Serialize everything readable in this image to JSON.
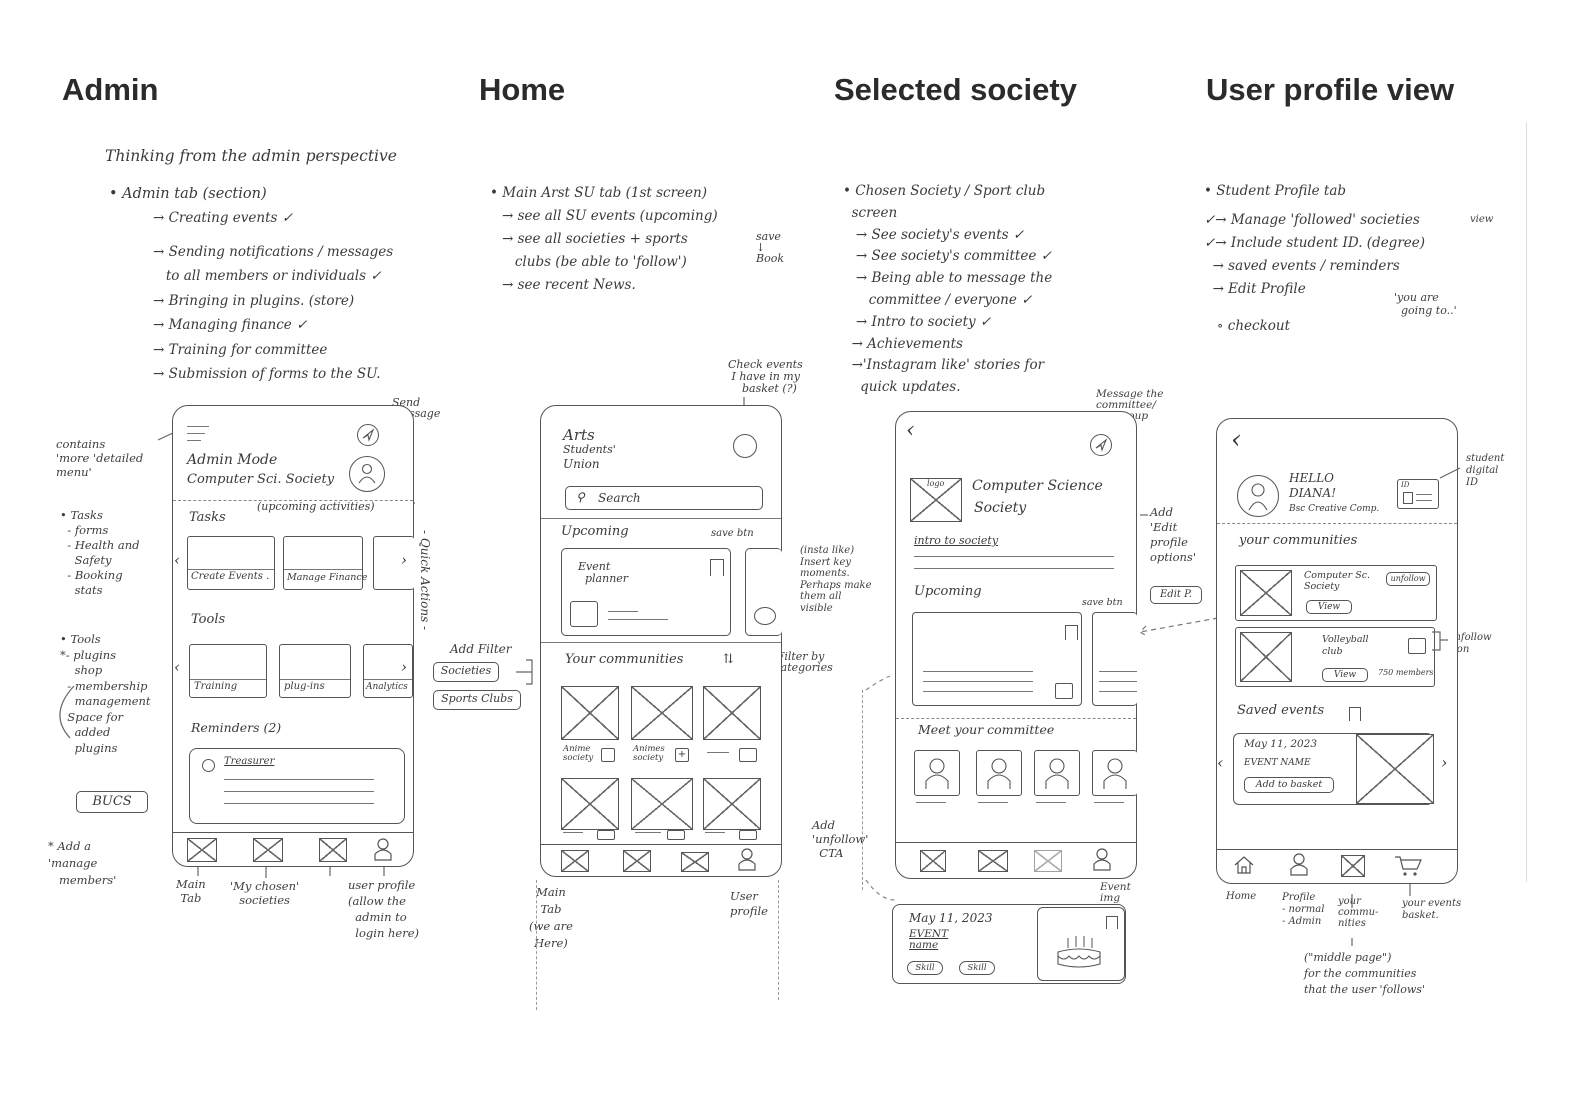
{
  "headings": {
    "admin": "Admin",
    "home": "Home",
    "selected": "Selected society",
    "profile": "User profile view"
  },
  "admin": {
    "intro": "Thinking from the admin perspective",
    "tab": "• Admin tab (section)",
    "items": [
      "→ Creating events ✓",
      "→ Sending notifications / messages",
      "   to all members or individuals ✓",
      "→ Bringing in plugins. (store)",
      "→ Managing finance ✓",
      "→ Training for committee",
      "→ Submission of forms to the SU."
    ],
    "side_notes": {
      "contains": "contains\n'more 'detailed\nmenu'",
      "tasks_list": "• Tasks\n  - forms\n  - Health and\n    Safety\n  - Booking\n    stats",
      "tools_list": "• Tools\n*- plugins\n    shop\n  - membership\n    management\n  Space for\n    added\n    plugins",
      "bucs": "BUCS",
      "manage": "* Add a\n'manage\n   members'",
      "send_message": "Send\nmessage",
      "quick_actions": "- Quick Actions -",
      "upcoming_activities": "(upcoming activities)",
      "main_tab": "Main\nTab",
      "my_societies": "'My chosen'\nsocieties",
      "user_profile": "user profile\n(allow the\n  admin to\n  login here)"
    },
    "phone": {
      "mode": "Admin Mode",
      "society": "Computer Sci. Society",
      "tasks_label": "Tasks",
      "task_cards": [
        "Create Events .",
        "Manage Finance"
      ],
      "tools_label": "Tools",
      "tool_cards": [
        "Training",
        "plug-ins",
        "Analytics"
      ],
      "reminders": "Reminders (2)",
      "reminder_item": "Treasurer"
    }
  },
  "home": {
    "items": [
      "• Main Arst SU tab (1st screen)",
      "→ see all SU events (upcoming)",
      "→ see all societies + sports",
      "   clubs (be able to 'follow')",
      "→ see recent News."
    ],
    "save_note": "save\n↓\nBook",
    "check_events": "Check events\n I have in my\n    basket (?)",
    "phone": {
      "title_arts": "Arts",
      "title_students": "Students'",
      "title_union": "Union",
      "search": "Search",
      "upcoming": "Upcoming",
      "save_btn": "save btn",
      "event_planner": "Event\n  planner",
      "communities": "Your communities",
      "anime1": "Anime\nsociety",
      "anime2": "Animes\nsociety"
    },
    "side_notes": {
      "add_filter": "Add Filter",
      "filter_societies": "Societies",
      "filter_sports": "Sports Clubs",
      "filter_by": "← Filter by\n   categories",
      "main_tab": "Main\nTab\n(we are\nHere)",
      "user_profile": "User\nprofile",
      "insta": "(insta like)\nInsert key\nmoments.\nPerhaps make\nthem all\nvisible"
    }
  },
  "selected": {
    "items": [
      "• Chosen Society / Sport club",
      "  screen",
      "   → See society's events ✓",
      "   → See society's committee ✓",
      "   → Being able to message the",
      "      committee / everyone ✓",
      "   → Intro to society ✓",
      "  → Achievements",
      "  →'Instagram like' stories for",
      "    quick updates."
    ],
    "message_note": "Message the\ncommittee/\nthe group",
    "phone": {
      "logo": "logo",
      "name_line1": "Computer Science",
      "name_line2": "Society",
      "intro": "intro to society",
      "upcoming": "Upcoming",
      "save_btn": "save btn",
      "committee": "Meet your committee"
    },
    "side_notes": {
      "edit_profile": "Add\n'Edit\nprofile\noptions'",
      "edit_btn": "Edit P.",
      "unfollow": "Add\n'unfollow'\n  CTA",
      "event_img": "Event\nimg"
    },
    "event_card": {
      "date": "May 11, 2023",
      "name": "EVENT\nname",
      "skill1": "Skill",
      "skill2": "Skill"
    }
  },
  "profile": {
    "items": [
      "• Student Profile tab",
      "✓→ Manage 'followed' societies",
      "✓→ Include student ID. (degree)",
      "  → saved events / reminders",
      "  → Edit Profile",
      "",
      "   ∘ checkout"
    ],
    "view_note": "view",
    "going_note": "'you are\n  going to..'",
    "digital_id": "student\ndigital\nID",
    "unfollow_icon": "unfollow\nicon",
    "phone": {
      "hello": "HELLO\nDIANA!",
      "degree": "Bsc Creative Comp.",
      "id": "ID",
      "communities": "your communities",
      "comm1": "Computer Sc.\nSociety",
      "unfollow": "unfollow",
      "view": "View",
      "comm2": "Volleyball\nclub",
      "members": "750 members",
      "saved": "Saved events",
      "date": "May 11, 2023",
      "event_name": "EVENT NAME",
      "basket": "Add to basket"
    },
    "bottom_notes": {
      "home": "Home",
      "profile": "Profile\n- normal\n- Admin",
      "communities": "your\ncommu-\nnities",
      "basket": "your events\nbasket.",
      "middle": "(\"middle page\")\nfor the communities\nthat the user 'follows'"
    }
  }
}
